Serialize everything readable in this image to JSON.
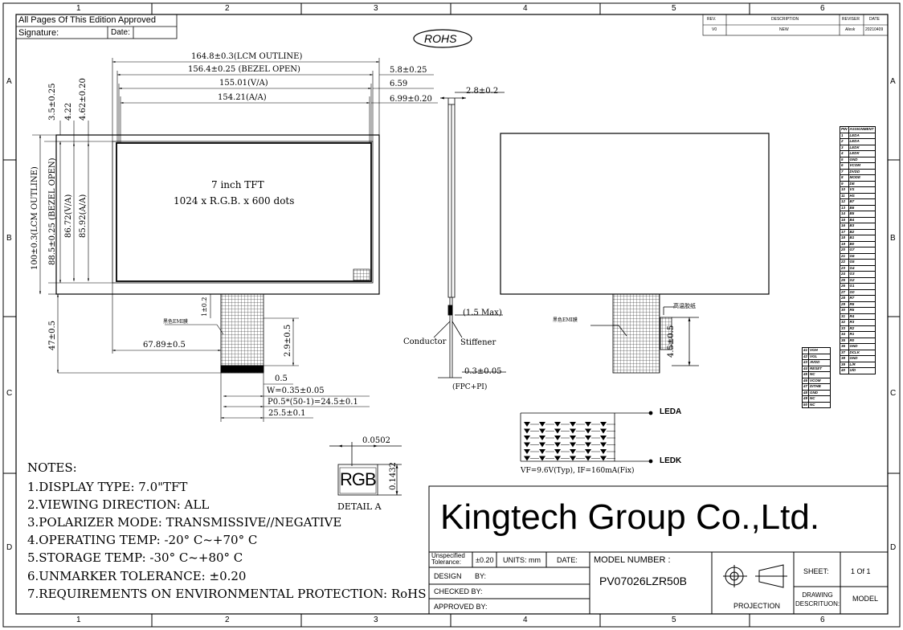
{
  "header": {
    "approved": "All Pages Of This Edition Approved",
    "signature": "Signature:",
    "date": "Date:",
    "rohs": "ROHS"
  },
  "revision": {
    "headers": [
      "REV.",
      "DESCRIPTION",
      "REVISER",
      "DATE"
    ],
    "row": [
      "V0",
      "NEW",
      "Alesk",
      "20210409"
    ]
  },
  "grid": {
    "columns": [
      "1",
      "2",
      "3",
      "4",
      "5",
      "6"
    ],
    "rows": [
      "A",
      "B",
      "C",
      "D"
    ]
  },
  "front_view": {
    "lcm_outline": "164.8±0.3(LCM OUTLINE)",
    "bezel_open": "156.4±0.25 (BEZEL OPEN)",
    "va_w": "155.01(V/A)",
    "aa_w": "154.21(A/A)",
    "r1": "5.8±0.25",
    "r2": "6.59",
    "r3": "6.99±0.20",
    "top1": "3.5±0.25",
    "top2": "4.22",
    "top3": "4.62±0.20",
    "h_lcm": "100±0.3(LCM OUTLINE)",
    "h_bezel": "88.5±0.25 (BEZEL OPEN)",
    "h_va": "86.72(V/A)",
    "h_aa": "85.92(A/A)",
    "center1": "7 inch TFT",
    "center2": "1024 x R.G.B. x 600 dots",
    "emi": "黑色EMI膜",
    "fpc_len": "47±0.5",
    "fpc_x": "67.89±0.5",
    "fpc_gap": "1±0.2",
    "fpc_h": "2.9±0.5",
    "d05": "0.5",
    "w": "W=0.35±0.05",
    "pitch": "P0.5*(50-1)=24.5±0.1",
    "fpc_w": "25.5±0.1"
  },
  "side_view": {
    "thick": "2.8±0.2",
    "max": "(1.5 Max)",
    "conductor": "Conductor",
    "stiffener": "Stiffener",
    "fpc_t": "0.3±0.05",
    "fpc_pi": "(FPC+PI)"
  },
  "back_view": {
    "emi": "黑色EMI膜",
    "tape": "高温胶纸",
    "h": "4.5±0.5"
  },
  "backlight": {
    "leda": "LEDA",
    "ledk": "LEDK",
    "spec": "VF=9.6V(Typ), IF=160mA(Fix)"
  },
  "detail": {
    "w": "0.0502",
    "h": "0.1432",
    "rgb": "RGB",
    "label": "DETAIL A"
  },
  "pins": {
    "header": [
      "PIN",
      "ASSIGNMENT"
    ],
    "left": [
      [
        "1",
        "LEDA"
      ],
      [
        "2",
        "LEDA"
      ],
      [
        "3",
        "LEDK"
      ],
      [
        "4",
        "LEDK"
      ],
      [
        "5",
        "GND"
      ],
      [
        "6",
        "VCOM"
      ],
      [
        "7",
        "DVDD"
      ],
      [
        "8",
        "MODE"
      ],
      [
        "9",
        "DE"
      ],
      [
        "10",
        "VS"
      ],
      [
        "11",
        "HS"
      ],
      [
        "12",
        "B7"
      ],
      [
        "13",
        "B6"
      ],
      [
        "14",
        "B5"
      ],
      [
        "15",
        "B4"
      ],
      [
        "16",
        "B3"
      ],
      [
        "17",
        "B2"
      ],
      [
        "18",
        "B1"
      ],
      [
        "19",
        "B0"
      ],
      [
        "20",
        "G7"
      ],
      [
        "21",
        "G6"
      ],
      [
        "22",
        "G5"
      ],
      [
        "23",
        "G4"
      ],
      [
        "24",
        "G3"
      ],
      [
        "25",
        "G2"
      ],
      [
        "26",
        "G1"
      ],
      [
        "27",
        "G0"
      ],
      [
        "28",
        "R7"
      ],
      [
        "29",
        "R6"
      ],
      [
        "30",
        "R5"
      ],
      [
        "31",
        "R4"
      ],
      [
        "32",
        "R3"
      ],
      [
        "33",
        "R2"
      ],
      [
        "34",
        "R1"
      ],
      [
        "35",
        "R0"
      ],
      [
        "36",
        "GND"
      ],
      [
        "37",
        "DCLK"
      ],
      [
        "38",
        "GND"
      ],
      [
        "39",
        "L/R"
      ],
      [
        "40",
        "U/D"
      ]
    ],
    "extra": [
      [
        "41",
        "VGH"
      ],
      [
        "42",
        "VGL"
      ],
      [
        "43",
        "AVDD"
      ],
      [
        "44",
        "RESET"
      ],
      [
        "45",
        "NC"
      ],
      [
        "46",
        "VCOM"
      ],
      [
        "47",
        "DITHB"
      ],
      [
        "48",
        "GND"
      ],
      [
        "49",
        "NC"
      ],
      [
        "50",
        "NC"
      ]
    ]
  },
  "notes": {
    "title": "NOTES:",
    "items": [
      "1.DISPLAY TYPE:  7.0\"TFT",
      "2.VIEWING DIRECTION: ALL",
      "3.POLARIZER MODE: TRANSMISSIVE//NEGATIVE",
      "4.OPERATING TEMP: -20° C~+70° C",
      "5.STORAGE TEMP: -30° C~+80° C",
      "6.UNMARKER TOLERANCE: ±0.20",
      "7.REQUIREMENTS ON ENVIRONMENTAL PROTECTION: RoHS"
    ]
  },
  "title_block": {
    "company": "Kingtech Group Co.,Ltd.",
    "tolerance_label": "Unspecified Tolerance:",
    "tolerance": "±0.20",
    "units": "UNITS: mm",
    "date": "DATE:",
    "model_label": "MODEL NUMBER :",
    "model": "PV07026LZR50B",
    "design": "DESIGN",
    "checked": "CHECKED BY:",
    "approved": "APPROVED BY:",
    "by": "BY:",
    "projection": "PROJECTION",
    "sheet_label": "SHEET:",
    "sheet": "1 Of 1",
    "drawing_label": "DRAWING DESCRITUON:",
    "drawing": "MODEL"
  }
}
